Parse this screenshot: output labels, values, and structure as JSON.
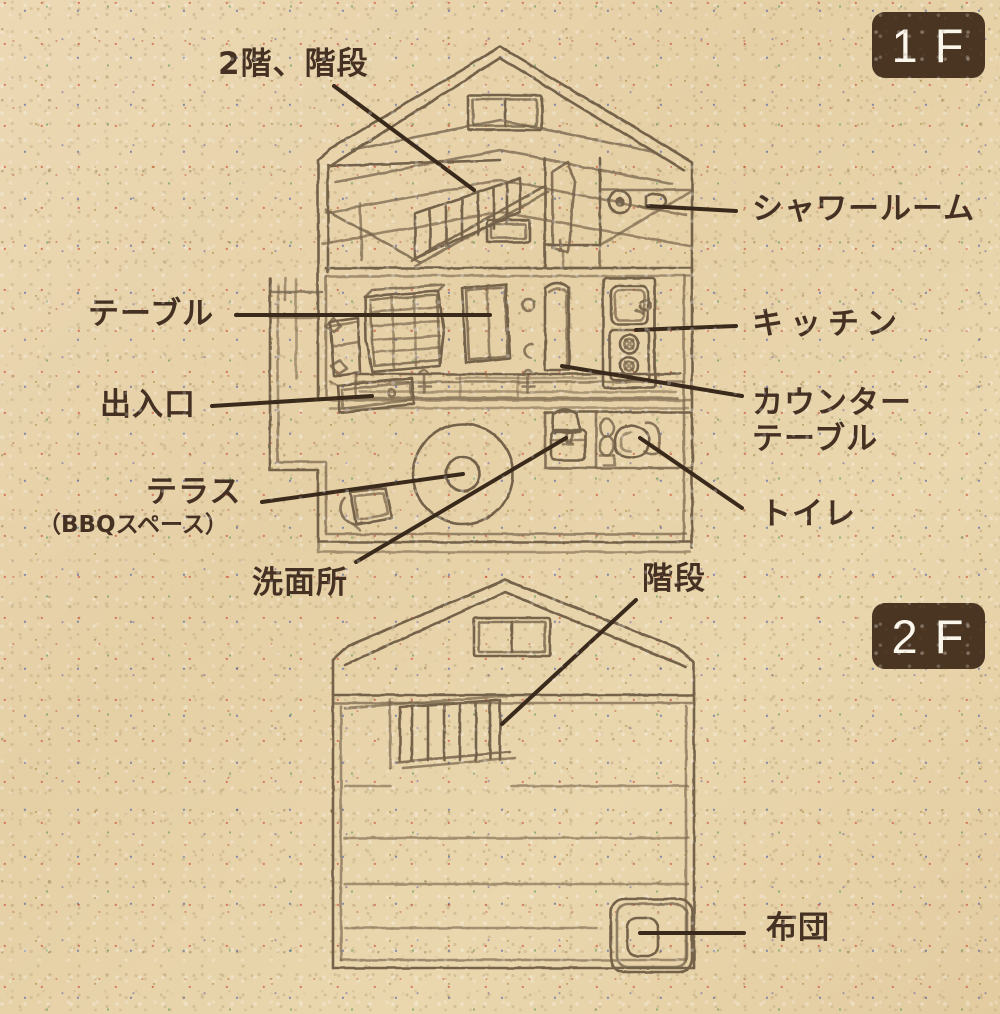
{
  "document": {
    "kind": "hand-drawn floor plan sketch",
    "background_color": "#e9d6af",
    "ink_color": "#6b5a44",
    "text_color": "#453123",
    "badge_color": "#4a3522",
    "badge_text_color": "#fbf6ec"
  },
  "badges": {
    "first_floor": "1 F",
    "second_floor": "2 F"
  },
  "floor1": {
    "labels": {
      "stairs_upper": "2階、階段",
      "shower_room": "シャワールーム",
      "table": "テーブル",
      "kitchen": "キッチン",
      "entrance": "出入口",
      "counter_table_line1": "カウンター",
      "counter_table_line2": "テーブル",
      "terrace": "テラス",
      "terrace_sub": "（BBQスペース）",
      "toilet": "トイレ",
      "washroom": "洗面所"
    }
  },
  "floor2": {
    "labels": {
      "stairs": "階段",
      "futon": "布団"
    }
  }
}
